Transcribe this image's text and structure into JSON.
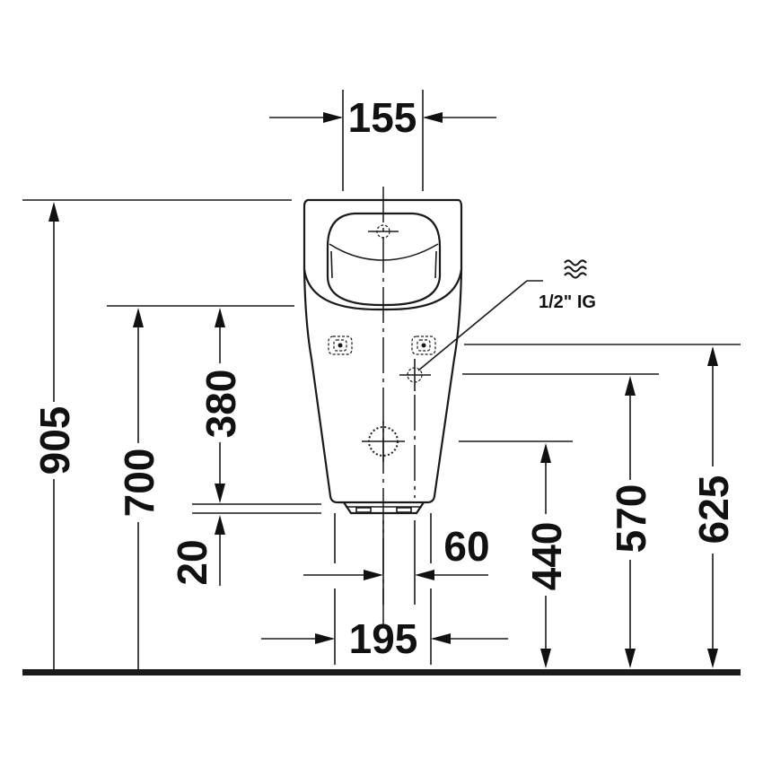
{
  "drawing": {
    "title": "Urinal dimension drawing (front view)",
    "units": "mm",
    "colors": {
      "line": "#1a1a1a",
      "background": "#ffffff"
    },
    "dimensions": {
      "top_width": "155",
      "total_height": "905",
      "rim_height": "700",
      "inlet_to_floor_zone": "380",
      "bottom_gap": "20",
      "outlet_offset": "60",
      "base_width": "195",
      "outlet_height": "440",
      "mount_height": "570",
      "supply_height": "625"
    },
    "annotations": {
      "water_supply_icon": "water-waves-icon",
      "water_supply_label": "1/2\" IG"
    },
    "floor": {
      "label": ""
    }
  }
}
